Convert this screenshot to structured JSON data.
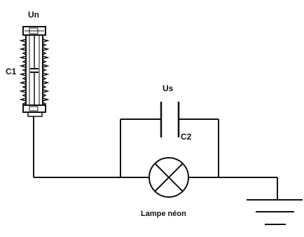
{
  "labels": {
    "un": "Un",
    "c1": "C1",
    "us": "Us",
    "c2": "C2",
    "lamp": "Lampe néon"
  },
  "colors": {
    "line": "#111111",
    "background": "#ffffff"
  },
  "icons": {
    "insulator": "capacitive-voltage-divider-insulator",
    "lamp": "neon-lamp-symbol",
    "ground": "ground-symbol",
    "capacitor": "capacitor-symbol"
  }
}
